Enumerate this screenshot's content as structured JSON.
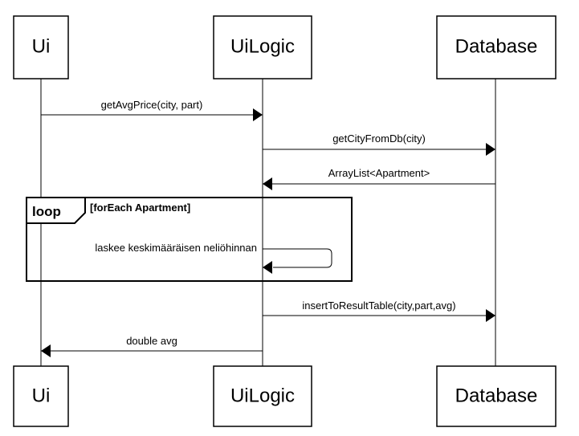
{
  "participants": [
    {
      "id": "ui",
      "label": "Ui"
    },
    {
      "id": "uilogic",
      "label": "UiLogic"
    },
    {
      "id": "database",
      "label": "Database"
    }
  ],
  "messages": [
    {
      "from": "ui",
      "to": "uilogic",
      "label": "getAvgPrice(city, part)"
    },
    {
      "from": "uilogic",
      "to": "database",
      "label": "getCityFromDb(city)"
    },
    {
      "from": "database",
      "to": "uilogic",
      "label": "ArrayList<Apartment>"
    },
    {
      "from": "uilogic",
      "to": "uilogic",
      "label": "laskee keskimääräisen neliöhinnan"
    },
    {
      "from": "uilogic",
      "to": "database",
      "label": "insertToResultTable(city,part,avg)"
    },
    {
      "from": "uilogic",
      "to": "ui",
      "label": "double avg"
    }
  ],
  "loop": {
    "keyword": "loop",
    "guard": "[forEach Apartment]"
  }
}
